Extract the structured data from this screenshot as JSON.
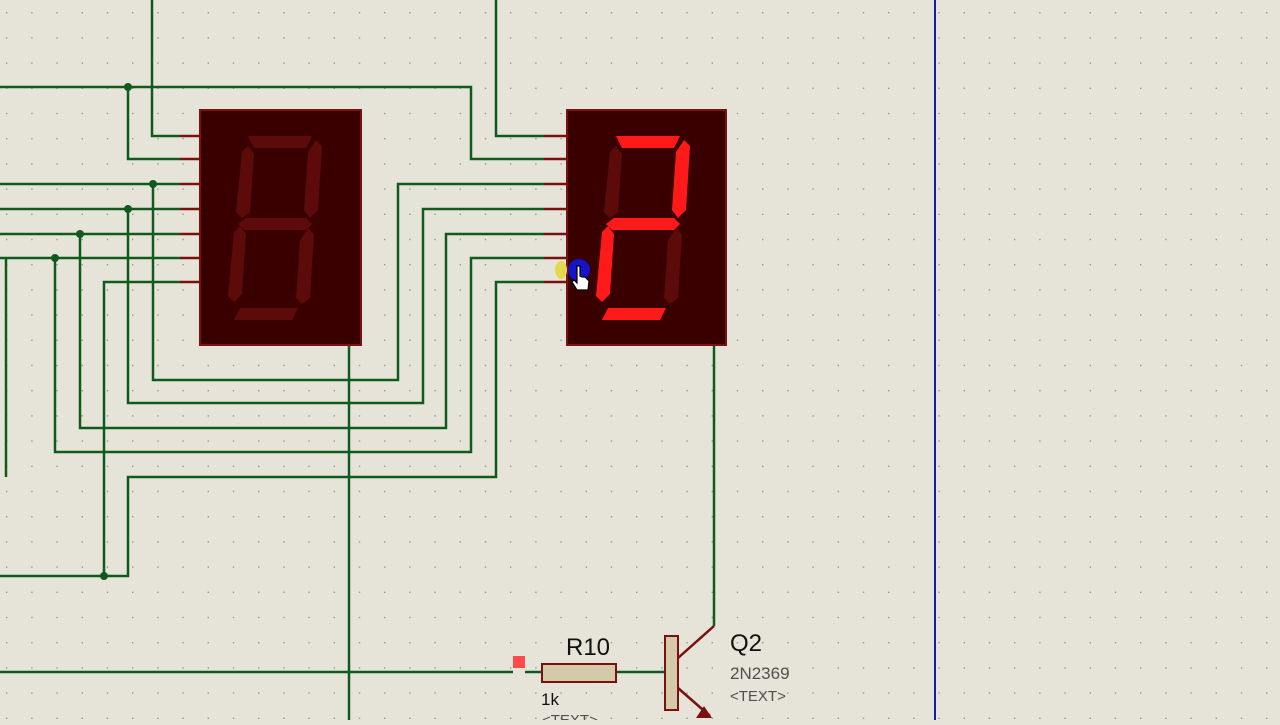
{
  "app": {
    "view": "schematic-capture-canvas"
  },
  "colors": {
    "background": "#e6e4d8",
    "grid_dot": "#9a9a8c",
    "wire": "#0f5a1c",
    "junction": "#0f5a1c",
    "component_outline": "#7a1010",
    "display_body": "#3a0000",
    "segment_off": "#5c0a0a",
    "segment_on": "#ff1a1a",
    "sheet_border": "#1a1aa8",
    "cursor_marker": "#1414c8",
    "pin_highlight": "#e4d84c",
    "label_text": "#101010",
    "muted_text": "#505050",
    "selected_pin": "#ff4a4a"
  },
  "displays": [
    {
      "id": "display-1",
      "shown_digit": "",
      "segments_lit": []
    },
    {
      "id": "display-2",
      "shown_digit": "2",
      "segments_lit": [
        "a",
        "b",
        "g",
        "e",
        "d"
      ]
    }
  ],
  "components": {
    "resistor": {
      "ref": "R10",
      "value": "1k",
      "text_placeholder": "<TEXT>"
    },
    "transistor": {
      "ref": "Q2",
      "model": "2N2369",
      "text_placeholder": "<TEXT>"
    }
  },
  "cursor": {
    "icon": "hand-pointer-icon"
  }
}
